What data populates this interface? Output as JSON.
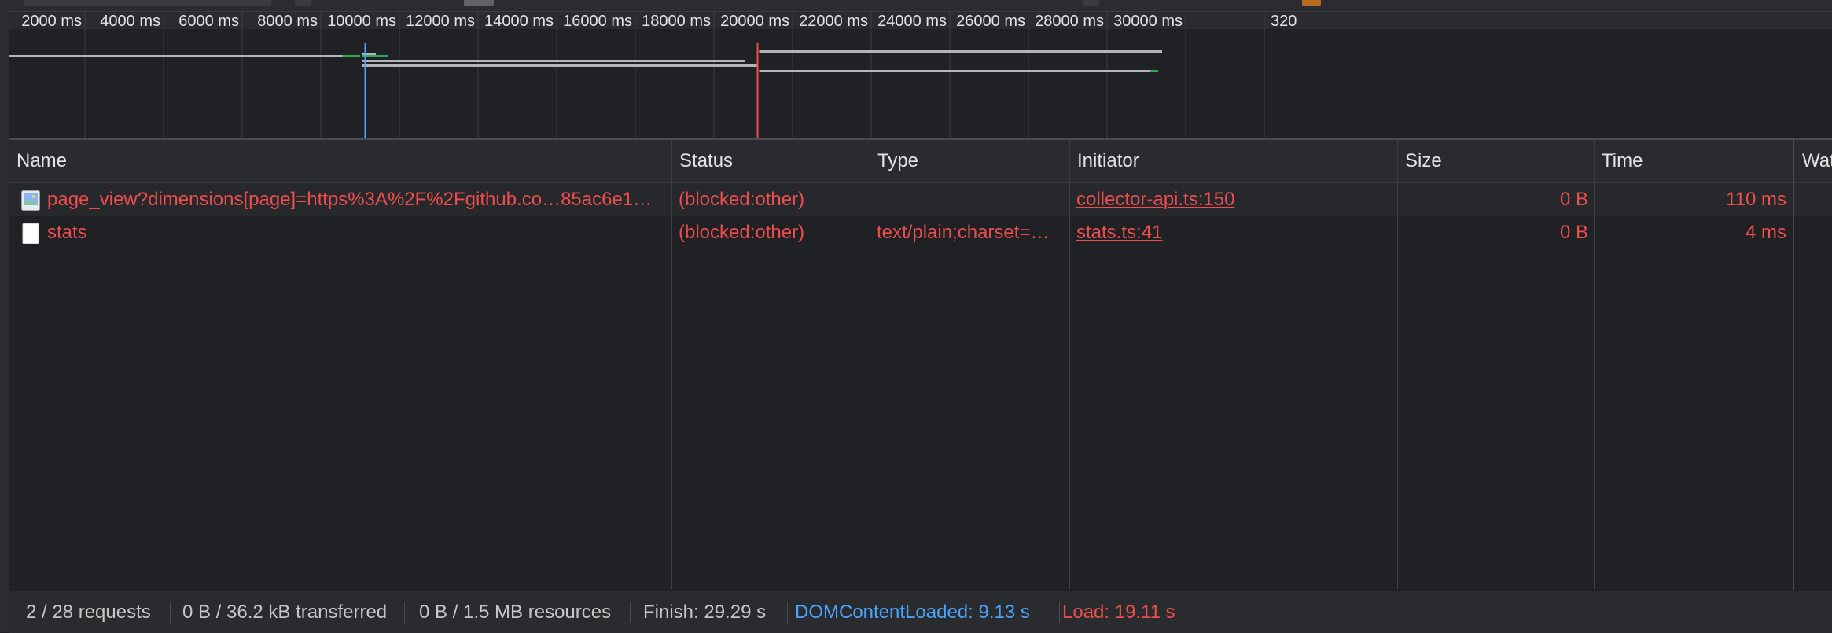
{
  "overview": {
    "tick_labels": [
      "2000 ms",
      "4000 ms",
      "6000 ms",
      "8000 ms",
      "10000 ms",
      "12000 ms",
      "14000 ms",
      "16000 ms",
      "18000 ms",
      "20000 ms",
      "22000 ms",
      "24000 ms",
      "26000 ms",
      "28000 ms",
      "30000 ms",
      "320"
    ],
    "dom_content_loaded_ms": 9130,
    "load_ms": 19110,
    "colors": {
      "dcl_line": "#4aa3ff",
      "load_line": "#ee4d4d",
      "bar": "#b5b5b5",
      "bar_green": "#34a853"
    }
  },
  "columns": {
    "name": "Name",
    "status": "Status",
    "type": "Type",
    "initiator": "Initiator",
    "size": "Size",
    "time": "Time",
    "waterfall": "Wat"
  },
  "requests": [
    {
      "name": "page_view?dimensions[page]=https%3A%2F%2Fgithub.co…85ac6e1…",
      "icon": "image-file-icon",
      "status": "(blocked:other)",
      "type": "",
      "initiator": "collector-api.ts:150",
      "size": "0 B",
      "time": "110 ms"
    },
    {
      "name": "stats",
      "icon": "document-file-icon",
      "status": "(blocked:other)",
      "type": "text/plain;charset=…",
      "initiator": "stats.ts:41",
      "size": "0 B",
      "time": "4 ms"
    }
  ],
  "status_bar": {
    "requests": "2 / 28 requests",
    "transferred": "0 B / 36.2 kB transferred",
    "resources": "0 B / 1.5 MB resources",
    "finish": "Finish: 29.29 s",
    "dom_content_loaded": "DOMContentLoaded: 9.13 s",
    "load": "Load: 19.11 s"
  }
}
